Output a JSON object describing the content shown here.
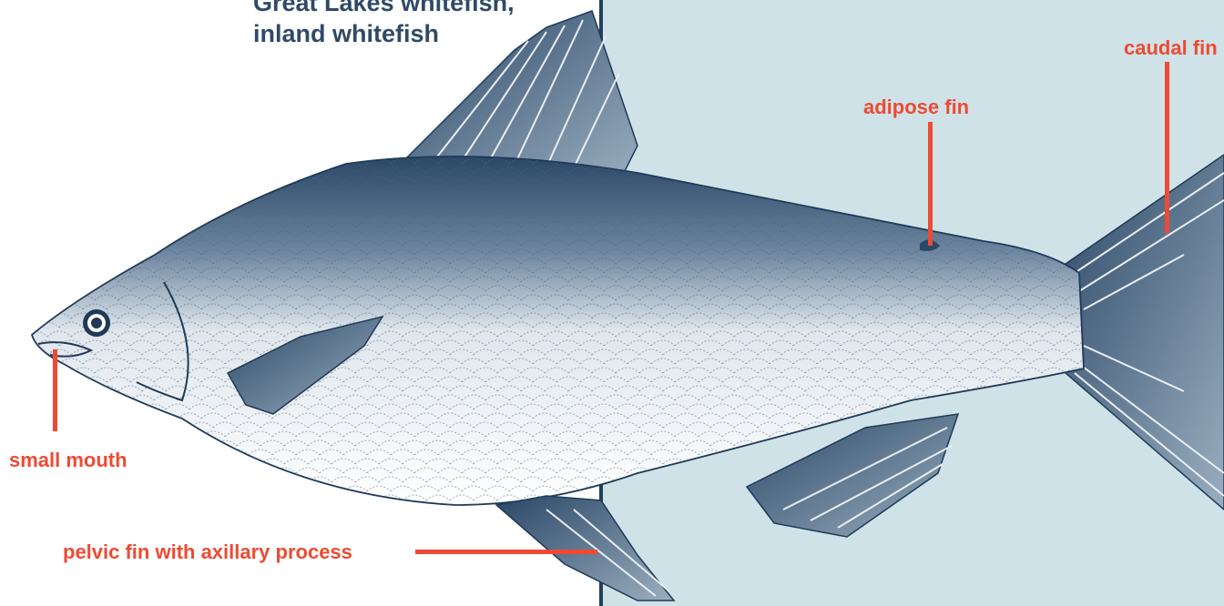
{
  "title": {
    "line1": "Great Lakes whitefish,",
    "line2": "inland whitefish"
  },
  "labels": {
    "caudal_fin": "caudal fin",
    "adipose_fin": "adipose fin",
    "small_mouth": "small mouth",
    "pelvic_fin": "pelvic fin with axillary process"
  },
  "colors": {
    "label": "#ee4a33",
    "title": "#2f4a67",
    "panel": "#cfe2e7",
    "divider": "#233f5e",
    "fish_ink": "#1f3a58"
  }
}
